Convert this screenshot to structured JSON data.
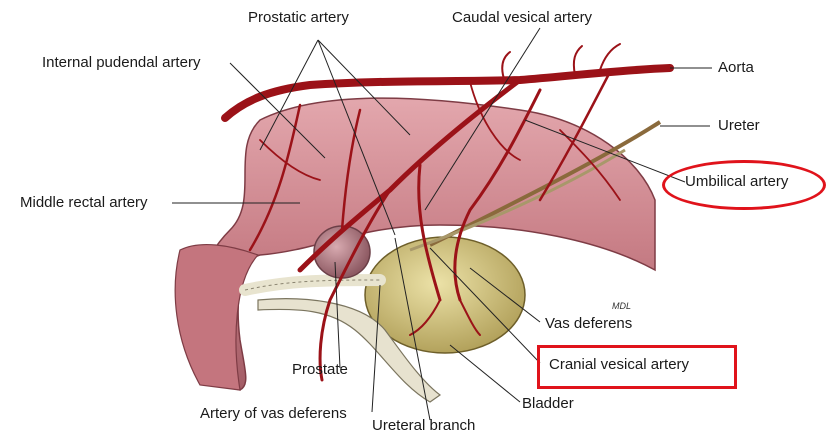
{
  "labels": {
    "prostatic_artery": "Prostatic artery",
    "caudal_vesical_artery": "Caudal vesical artery",
    "internal_pudendal_artery": "Internal pudendal artery",
    "aorta": "Aorta",
    "ureter": "Ureter",
    "umbilical_artery": "Umbilical artery",
    "middle_rectal_artery": "Middle rectal artery",
    "vas_deferens": "Vas deferens",
    "cranial_vesical_artery": "Cranial vesical artery",
    "prostate": "Prostate",
    "bladder": "Bladder",
    "artery_of_vas_deferens": "Artery of vas deferens",
    "ureteral_branch": "Ureteral branch"
  },
  "signature": "MDL",
  "colors": {
    "highlight": "#e0131b",
    "rectum": "#c98088",
    "artery": "#9b1218",
    "bladder": "#cfbf7a",
    "prostate": "#b8868e",
    "leader": "#222222"
  }
}
